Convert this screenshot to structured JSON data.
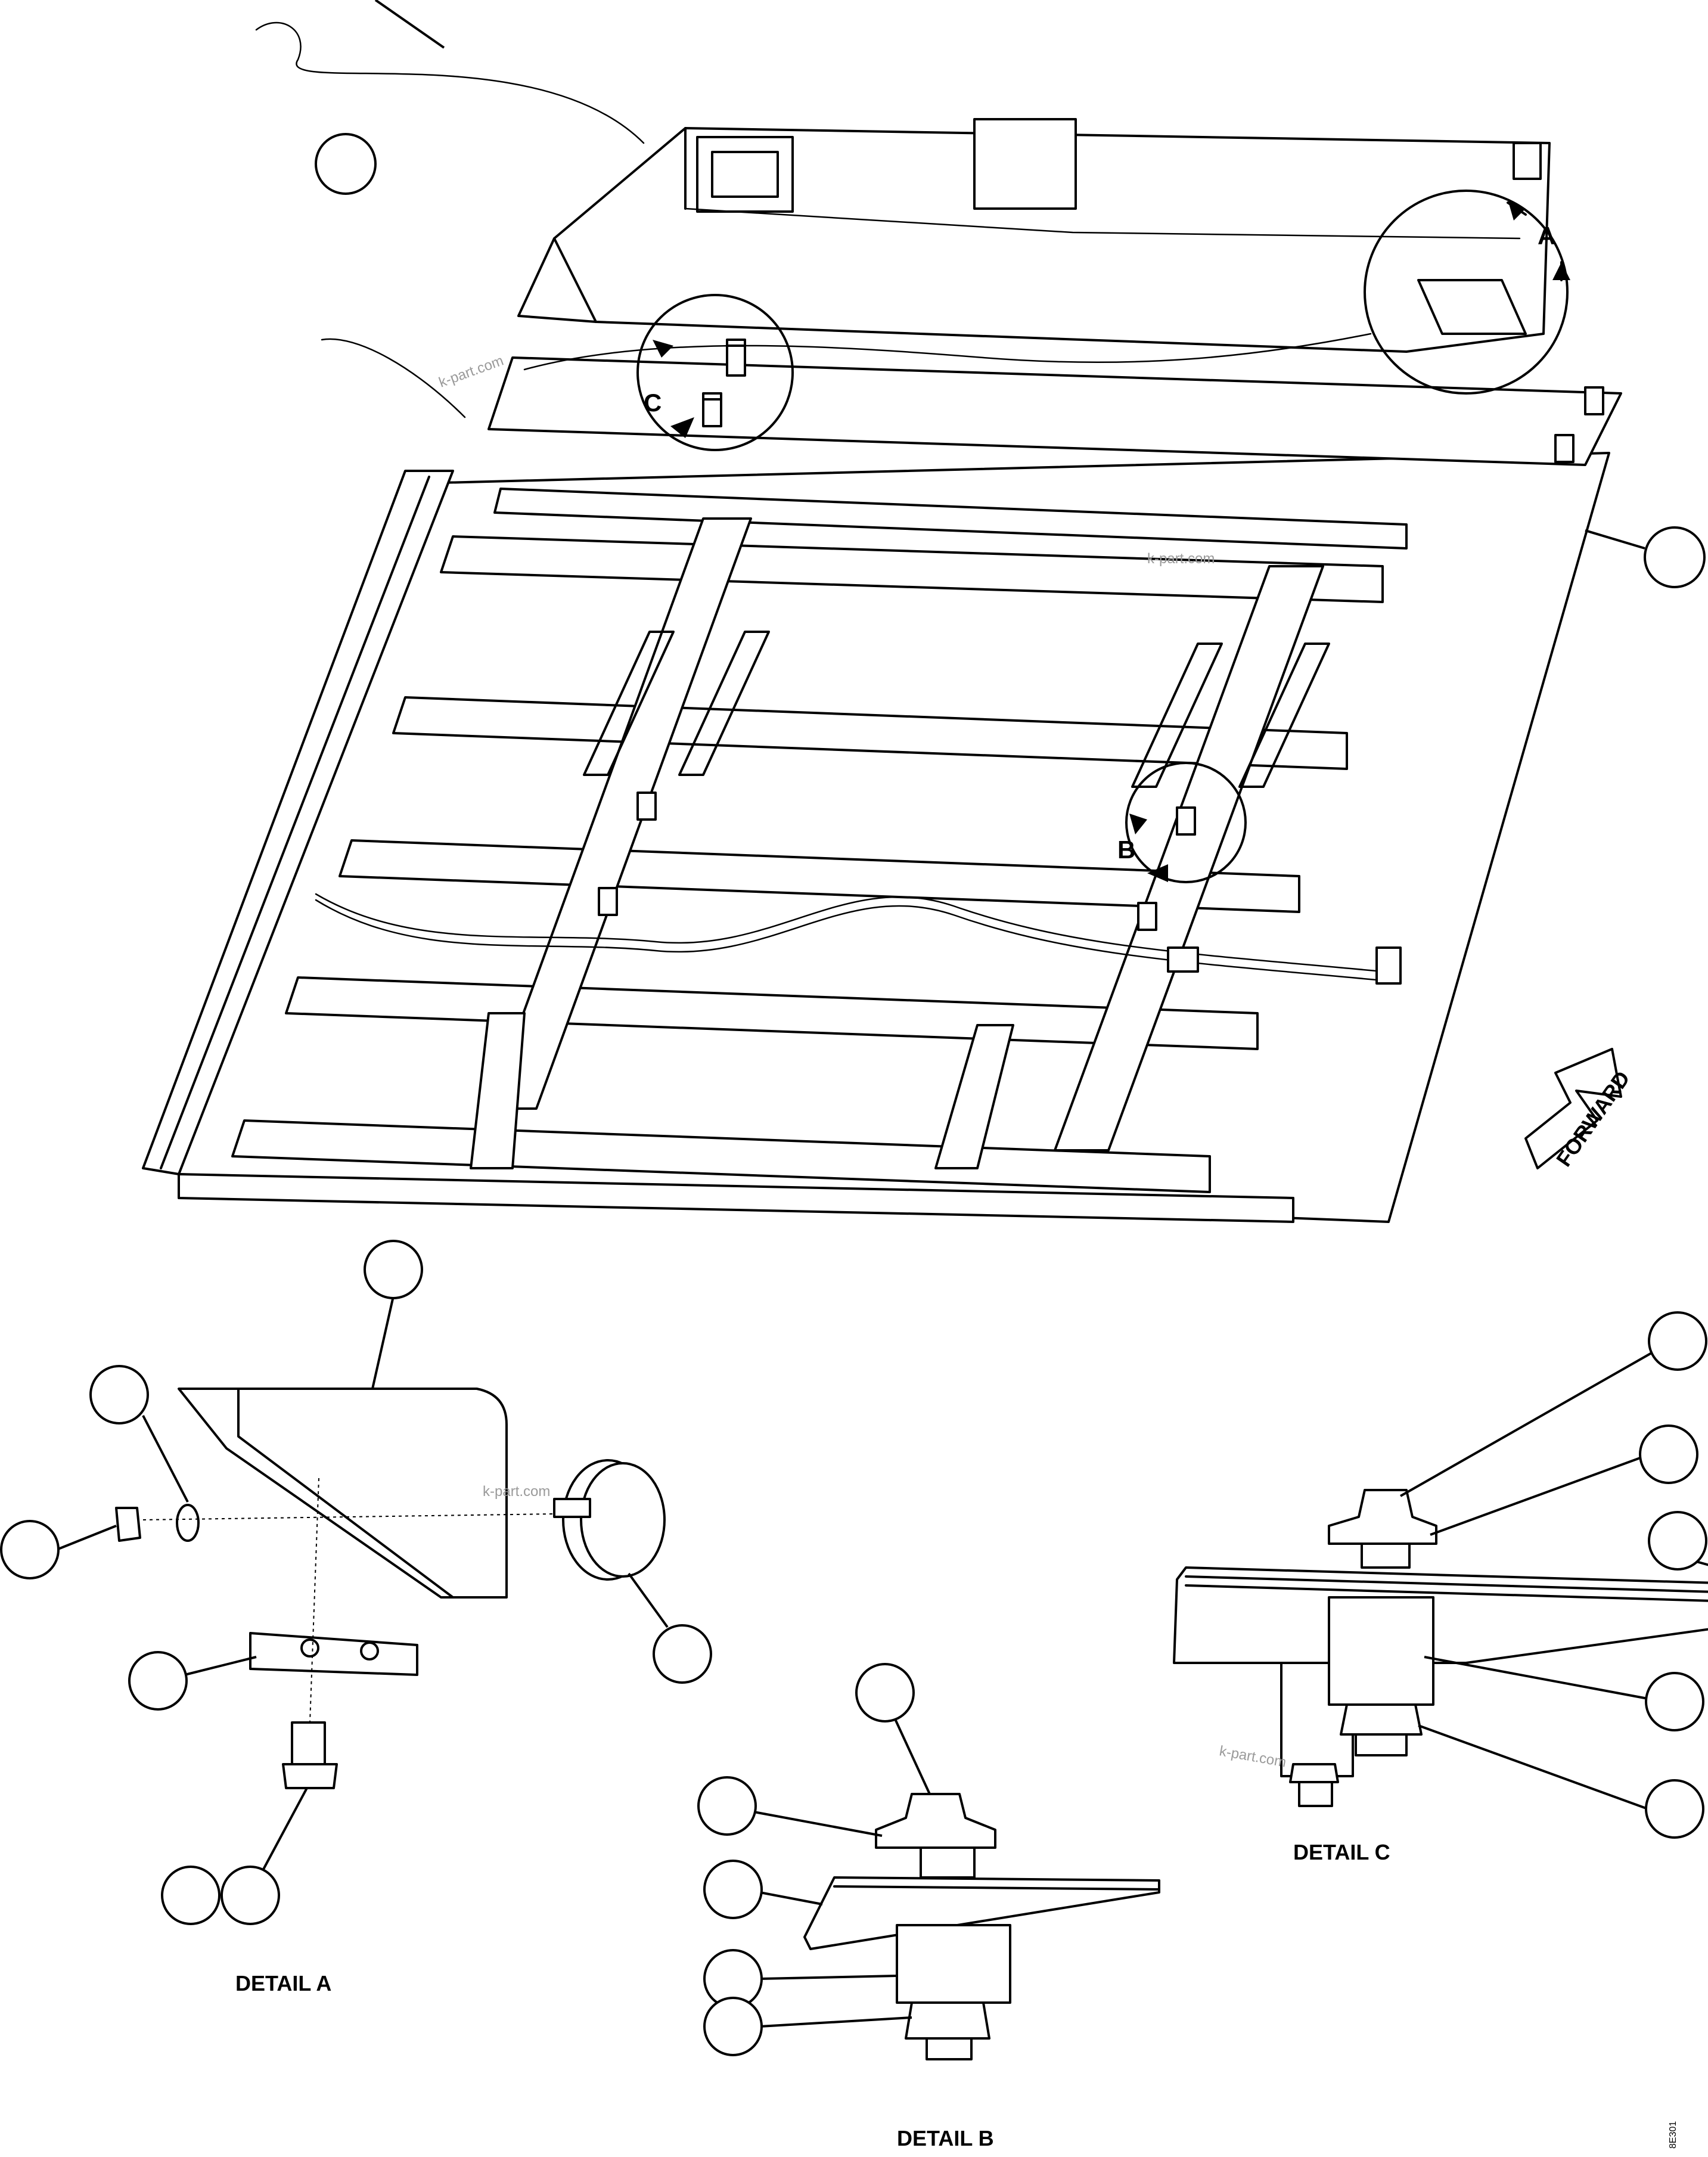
{
  "labels": {
    "forward": "FORWARD",
    "detail_a_letter": "A",
    "detail_b_letter": "B",
    "detail_c_letter": "C",
    "detail_a_caption": "DETAIL A",
    "detail_b_caption": "DETAIL B",
    "detail_c_caption": "DETAIL C",
    "figure_code": "8E301"
  },
  "watermark": "k-part.com",
  "colors": {
    "line": "#000000",
    "paper": "#ffffff",
    "watermark": "#9a9a9a"
  }
}
